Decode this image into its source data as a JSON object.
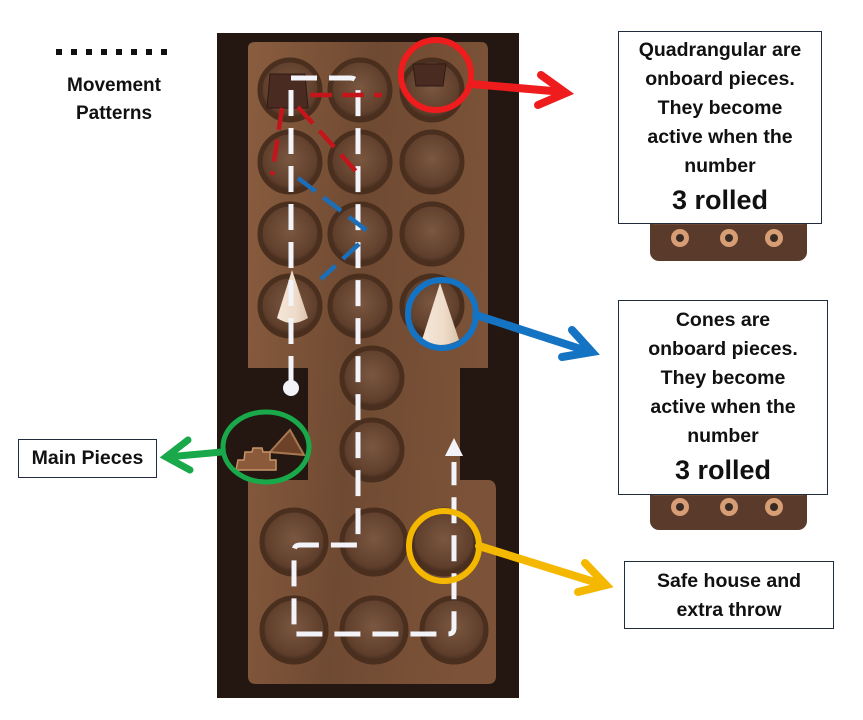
{
  "legend": {
    "line_style_icon": "dotted-line",
    "label_line1": "Movement",
    "label_line2": "Patterns"
  },
  "callouts": {
    "quadrangular": {
      "lines": [
        "Quadrangular are",
        "onboard pieces.",
        "They become",
        "active when the",
        "number"
      ],
      "highlight": "3 rolled",
      "color": "#ee1c1c",
      "dice_icon": "three-pip-stick-die"
    },
    "cones": {
      "lines": [
        "Cones are",
        "onboard pieces.",
        "They become",
        "active when the",
        "number"
      ],
      "highlight": "3 rolled",
      "color": "#1573c4",
      "dice_icon": "three-pip-stick-die"
    },
    "safe_house": {
      "lines": [
        "Safe house and",
        "extra throw"
      ],
      "color": "#f5b800"
    },
    "main_pieces": {
      "label": "Main Pieces",
      "color": "#19a94a"
    }
  },
  "board": {
    "path_color": "#f2f4fa",
    "quad_move_color": "#c4151a",
    "cone_move_color": "#1a6fb8",
    "wood_color": "#7a5136",
    "background_color": "#241712"
  }
}
